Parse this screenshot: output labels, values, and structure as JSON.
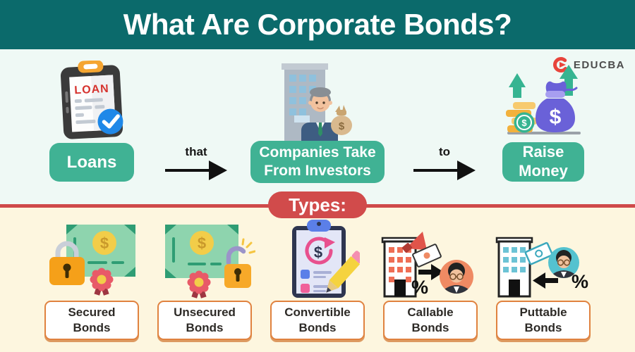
{
  "header": {
    "title": "What Are Corporate Bonds?"
  },
  "brand": {
    "name": "EDUCBA"
  },
  "flow": {
    "items": [
      {
        "label": "Loans",
        "icon": "loan-clipboard-icon"
      },
      {
        "label": "Companies Take From Investors",
        "icon": "company-investors-icon"
      },
      {
        "label": "Raise Money",
        "icon": "raise-money-icon"
      }
    ],
    "connectors": [
      {
        "label": "that"
      },
      {
        "label": "to"
      }
    ]
  },
  "types": {
    "heading": "Types:",
    "items": [
      {
        "label": "Secured Bonds",
        "icon": "secured-bonds-icon"
      },
      {
        "label": "Unsecured Bonds",
        "icon": "unsecured-bonds-icon"
      },
      {
        "label": "Convertible Bonds",
        "icon": "convertible-bonds-icon"
      },
      {
        "label": "Callable Bonds",
        "icon": "callable-bonds-icon"
      },
      {
        "label": "Puttable Bonds",
        "icon": "puttable-bonds-icon"
      }
    ]
  },
  "glyphs": {
    "loan": "LOAN",
    "dollar": "$",
    "percent": "%"
  },
  "colors": {
    "header_teal": "#0b6a6b",
    "upper_bg": "#eff9f5",
    "lower_bg": "#fdf6df",
    "button_green": "#40b294",
    "divider_red": "#cf4a4a",
    "pill_red": "#d14b4b",
    "label_border_orange": "#e0823f",
    "brand_red": "#e8443b"
  }
}
